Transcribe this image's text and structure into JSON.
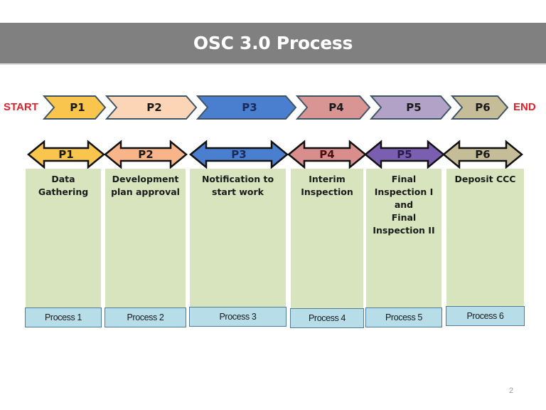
{
  "slide": {
    "title": "OSC 3.0 Process",
    "page_number": "2"
  },
  "timeline": {
    "start_label": "START",
    "end_label": "END",
    "phases": [
      {
        "label": "P1",
        "color": "#f9c54d",
        "text_color": "#1a1a1a"
      },
      {
        "label": "P2",
        "color": "#fbd5b5",
        "text_color": "#1a1a1a"
      },
      {
        "label": "P3",
        "color": "#4a7fd0",
        "text_color": "#1a2a5a"
      },
      {
        "label": "P4",
        "color": "#d99594",
        "text_color": "#1a1a1a"
      },
      {
        "label": "P5",
        "color": "#b3a2c7",
        "text_color": "#1a1a1a"
      },
      {
        "label": "P6",
        "color": "#c4bd97",
        "text_color": "#1a1a1a"
      }
    ]
  },
  "stages": [
    {
      "label": "P1",
      "arrow_color": "#f9c54d",
      "text_color": "#1a1a1a",
      "lines": [
        "Data",
        "Gathering"
      ],
      "process": "Process 1"
    },
    {
      "label": "P2",
      "arrow_color": "#f9b48a",
      "text_color": "#1a1a1a",
      "lines": [
        "Development",
        "plan approval"
      ],
      "process": "Process 2"
    },
    {
      "label": "P3",
      "arrow_color": "#4a7fd0",
      "text_color": "#1a2a5a",
      "lines": [
        "Notification to",
        "start work"
      ],
      "process": "Process 3"
    },
    {
      "label": "P4",
      "arrow_color": "#d98e8e",
      "text_color": "#4a1010",
      "lines": [
        "Interim",
        "Inspection"
      ],
      "process": "Process 4"
    },
    {
      "label": "P5",
      "arrow_color": "#7a5fb0",
      "text_color": "#2a1a4a",
      "lines": [
        "Final",
        "Inspection I",
        "and",
        "Final",
        "Inspection II"
      ],
      "process": "Process 5"
    },
    {
      "label": "P6",
      "arrow_color": "#c4bd97",
      "text_color": "#1a1a1a",
      "lines": [
        "Deposit CCC"
      ],
      "process": "Process 6"
    }
  ]
}
